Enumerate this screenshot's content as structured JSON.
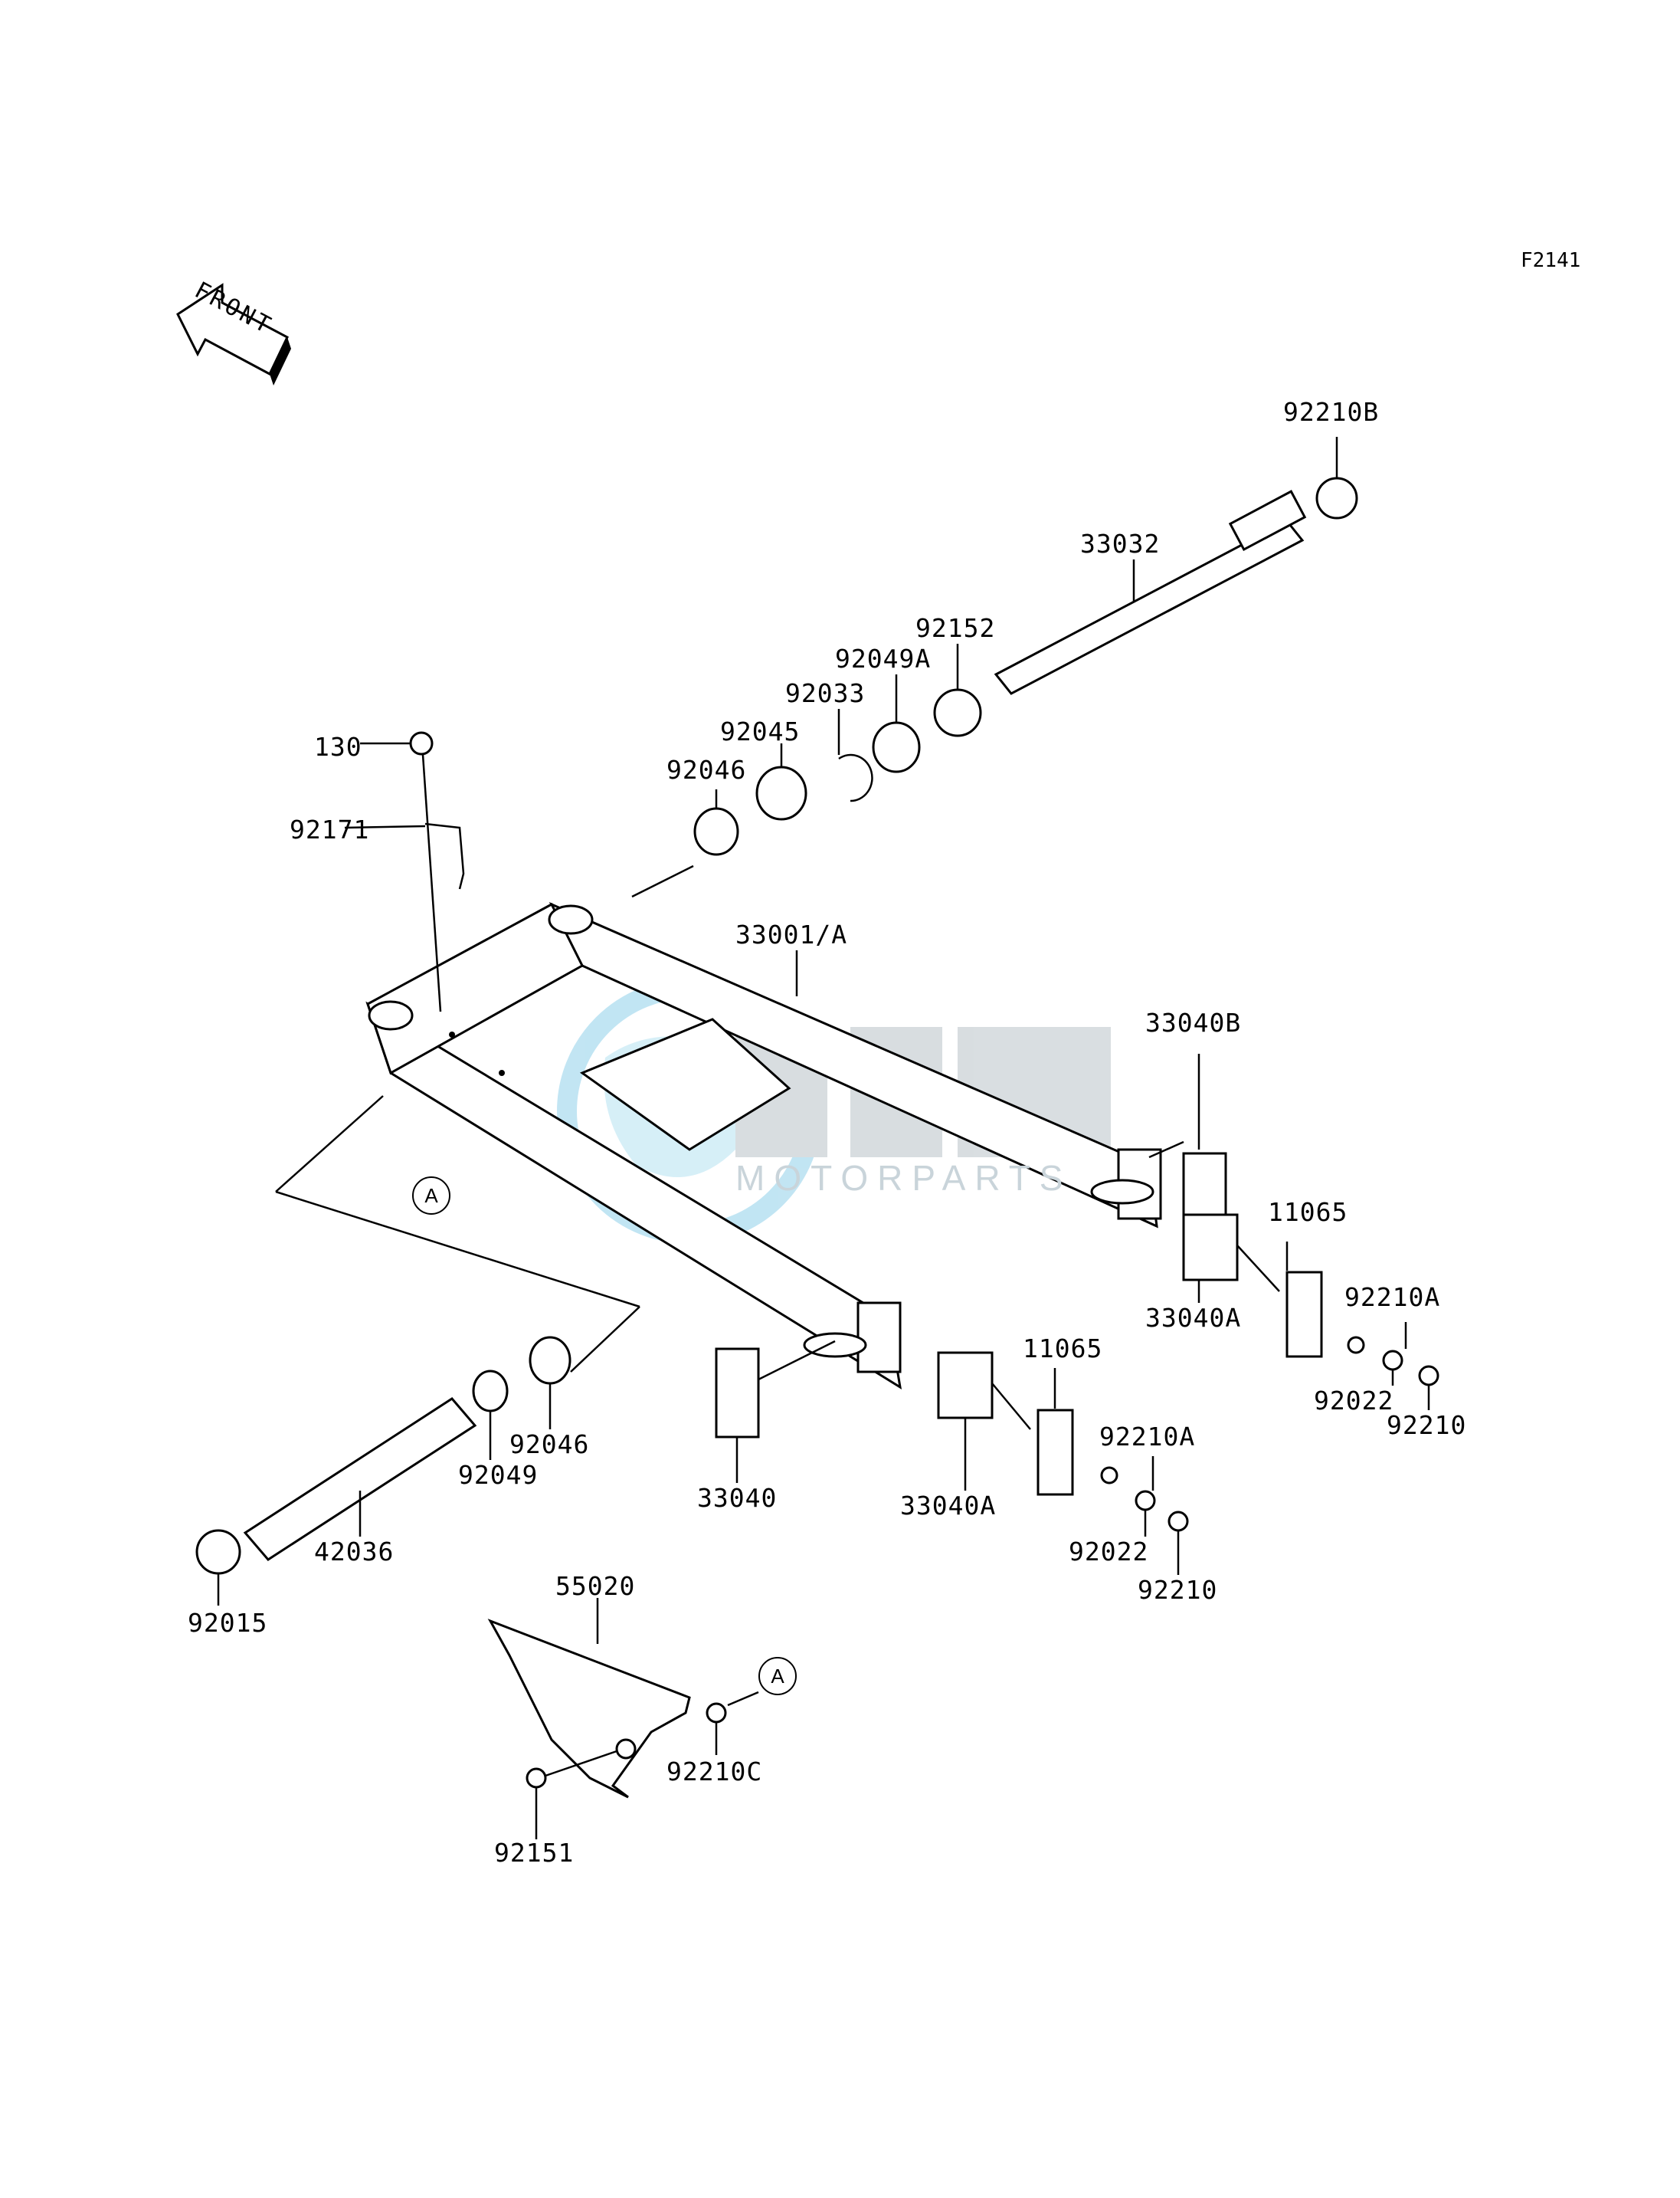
{
  "diagram": {
    "code": "F2141",
    "front_label": "FRONT"
  },
  "watermark": {
    "subtitle": "MOTORPARTS"
  },
  "callouts": {
    "c92210B": "92210B",
    "c33032": "33032",
    "c92152": "92152",
    "c92049A": "92049A",
    "c92033": "92033",
    "c92045": "92045",
    "c92046": "92046",
    "c130": "130",
    "c92171": "92171",
    "c33001A": "33001/A",
    "c33040B": "33040B",
    "c11065": "11065",
    "c92210A": "92210A",
    "c33040A": "33040A",
    "c92022": "92022",
    "c92210": "92210",
    "c33040": "33040",
    "c92049": "92049",
    "c42036": "42036",
    "c92015": "92015",
    "c55020": "55020",
    "c92210C": "92210C",
    "c92151": "92151"
  },
  "markers": {
    "a": "A"
  }
}
